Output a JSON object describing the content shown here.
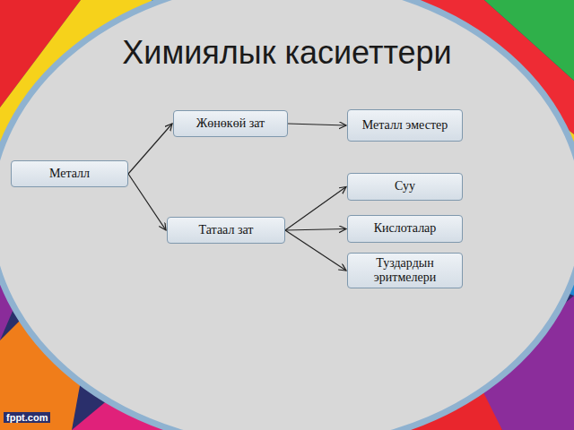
{
  "diagram": {
    "title": "Химиялык касиеттери",
    "nodes": [
      {
        "text": [
          "Металл"
        ]
      },
      {
        "text": [
          "Жөнөкөй зат"
        ]
      },
      {
        "text": [
          "Металл эместер"
        ]
      },
      {
        "text": [
          "Суу"
        ]
      },
      {
        "text": [
          "Татаал зат"
        ]
      },
      {
        "text": [
          "Кислоталар"
        ]
      },
      {
        "text": [
          "Туздардын эритмелери"
        ]
      }
    ],
    "edges": [
      {
        "from": 0,
        "to": 1,
        "arrow": "to"
      },
      {
        "from": 0,
        "to": 4,
        "arrow": "to"
      },
      {
        "from": 1,
        "to": 2,
        "arrow": "to"
      },
      {
        "from": 4,
        "to": 3,
        "arrow": "to"
      },
      {
        "from": 4,
        "to": 5,
        "arrow": "to"
      },
      {
        "from": 4,
        "to": 6,
        "arrow": "to"
      }
    ],
    "labels": [
      "fppt.com"
    ]
  }
}
